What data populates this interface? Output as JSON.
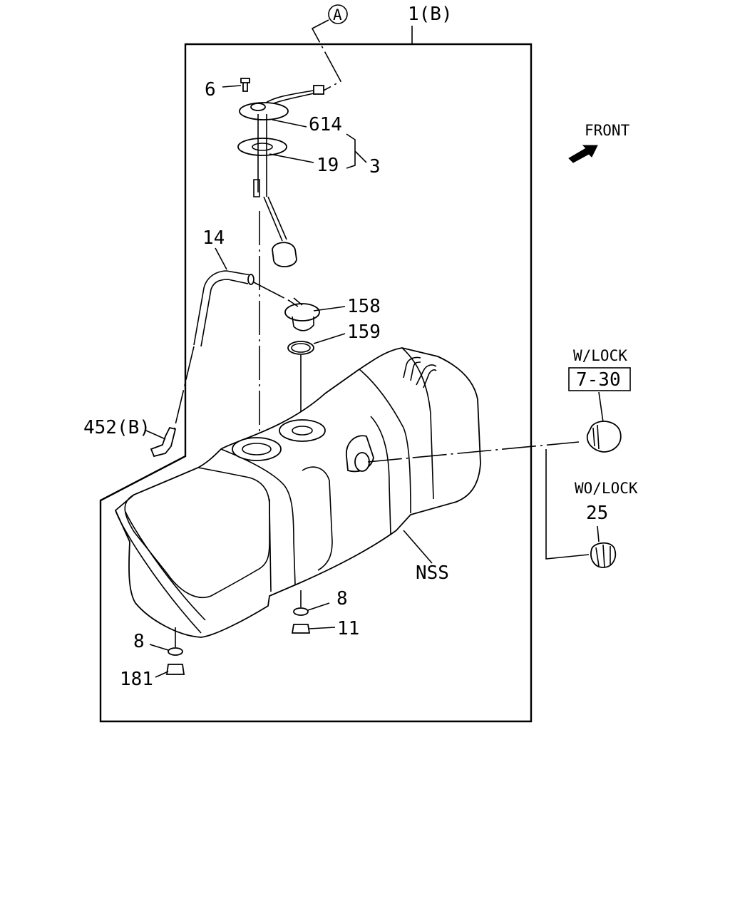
{
  "diagram": {
    "circle_ref": "A",
    "assembly_label": "1(B)",
    "front_label": "FRONT",
    "w_lock_label": "W/LOCK",
    "w_lock_ref": "7-30",
    "wo_lock_label": "WO/LOCK",
    "nss_label": "NSS",
    "parts": {
      "p6": "6",
      "p614": "614",
      "p19": "19",
      "p3": "3",
      "p14": "14",
      "p158": "158",
      "p159": "159",
      "p452b": "452(B)",
      "p25": "25",
      "p8_right": "8",
      "p11": "11",
      "p8_left": "8",
      "p181": "181"
    }
  }
}
